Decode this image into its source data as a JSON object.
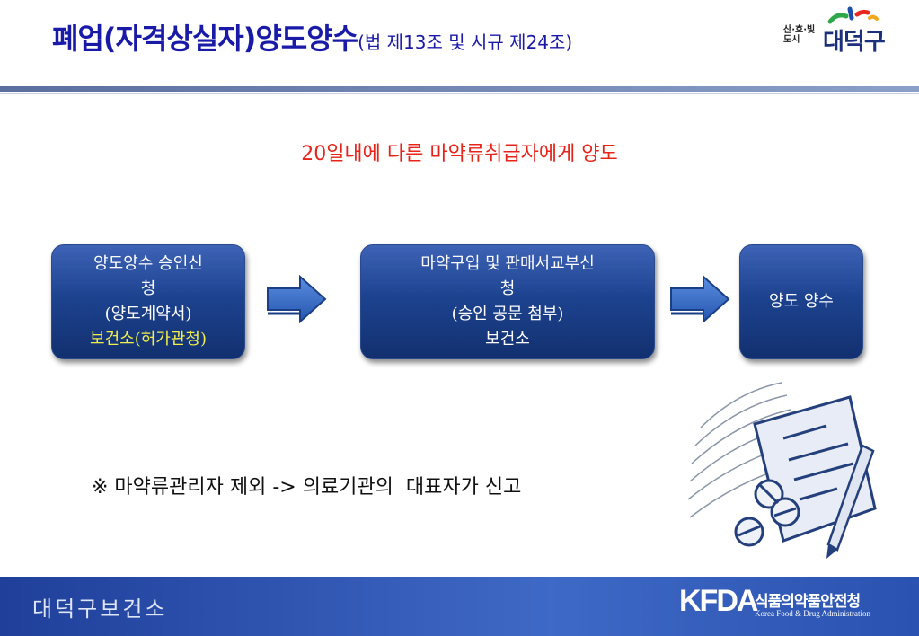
{
  "header": {
    "title_main": "폐업(자격상실자)양도양수",
    "title_sub": "(법 제13조 및 시규 제24조)",
    "logo_small": "산·호·빛 도시",
    "logo_big": "대덕구"
  },
  "notice": "20일내에 다른 마약류취급자에게 양도",
  "flow": {
    "box1": {
      "line1": "양도양수 승인신",
      "line2": "청",
      "line3": "(양도계약서)",
      "line4": "보건소(허가관청)"
    },
    "box2": {
      "line1": "마약구입 및 판매서교부신",
      "line2": "청",
      "line3": "(승인 공문 첨부)",
      "line4": "보건소"
    },
    "box3": {
      "line1": "양도 양수"
    }
  },
  "note": "※ 마약류관리자 제외 -> 의료기관의  대표자가 신고",
  "footer": {
    "org": "대덕구보건소",
    "kfda_logo": "KFDA",
    "kfda_kr": "식품의약품안전청",
    "kfda_en": "Korea Food & Drug Administration"
  },
  "colors": {
    "title": "#1a1aa8",
    "notice": "#e8231a",
    "box": "#1d4390",
    "highlight": "#f2ef4a",
    "footer": "#2a52b0"
  }
}
